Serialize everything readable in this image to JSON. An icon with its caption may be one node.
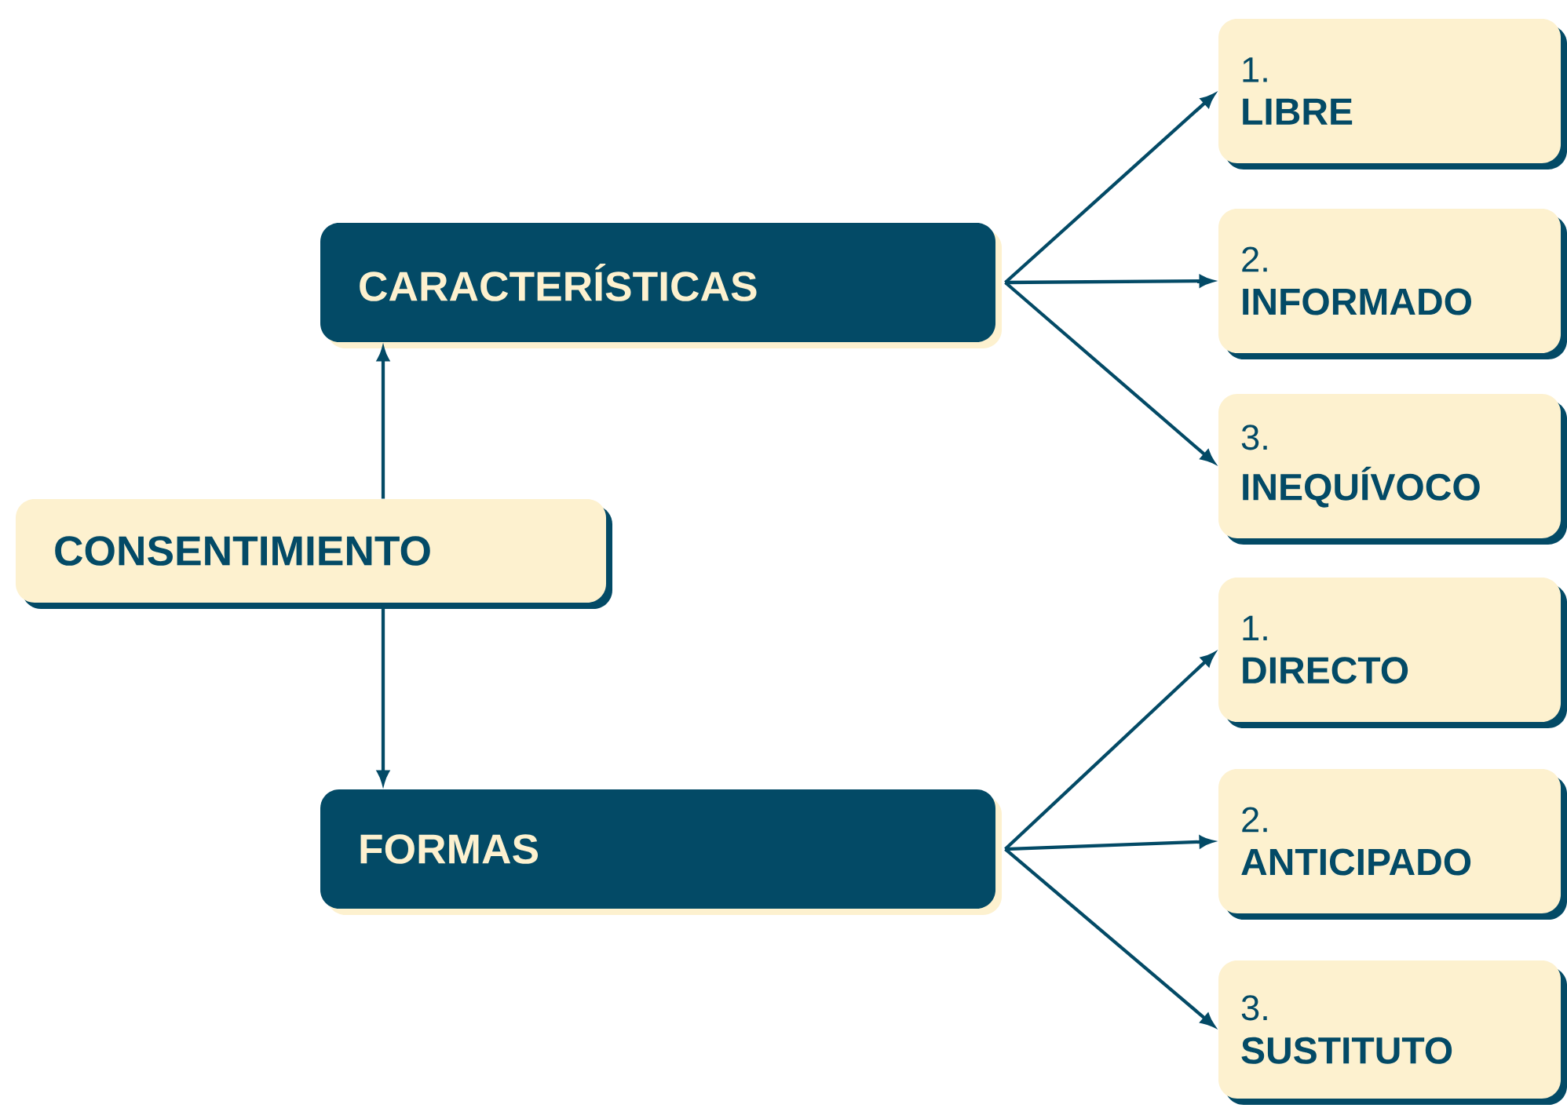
{
  "diagram": {
    "nodes": [
      {
        "text": [
          "CONSENTIMIENTO"
        ]
      },
      {
        "text": [
          "CARACTERÍSTICAS"
        ]
      },
      {
        "text": [
          "FORMAS"
        ]
      },
      {
        "text": [
          "1.",
          "LIBRE"
        ]
      },
      {
        "text": [
          "2.",
          "INFORMADO"
        ]
      },
      {
        "text": [
          "3.",
          "INEQUÍVOCO"
        ]
      },
      {
        "text": [
          "1.",
          "DIRECTO"
        ]
      },
      {
        "text": [
          "2.",
          "ANTICIPADO"
        ]
      },
      {
        "text": [
          "3.",
          "SUSTITUTO"
        ]
      }
    ],
    "edges": [
      {
        "from": 0,
        "to": 1,
        "arrow": "to"
      },
      {
        "from": 0,
        "to": 2,
        "arrow": "to"
      },
      {
        "from": 1,
        "to": 3,
        "arrow": "to"
      },
      {
        "from": 1,
        "to": 4,
        "arrow": "to"
      },
      {
        "from": 1,
        "to": 5,
        "arrow": "to"
      },
      {
        "from": 2,
        "to": 6,
        "arrow": "to"
      },
      {
        "from": 2,
        "to": 7,
        "arrow": "to"
      },
      {
        "from": 2,
        "to": 8,
        "arrow": "to"
      }
    ]
  }
}
